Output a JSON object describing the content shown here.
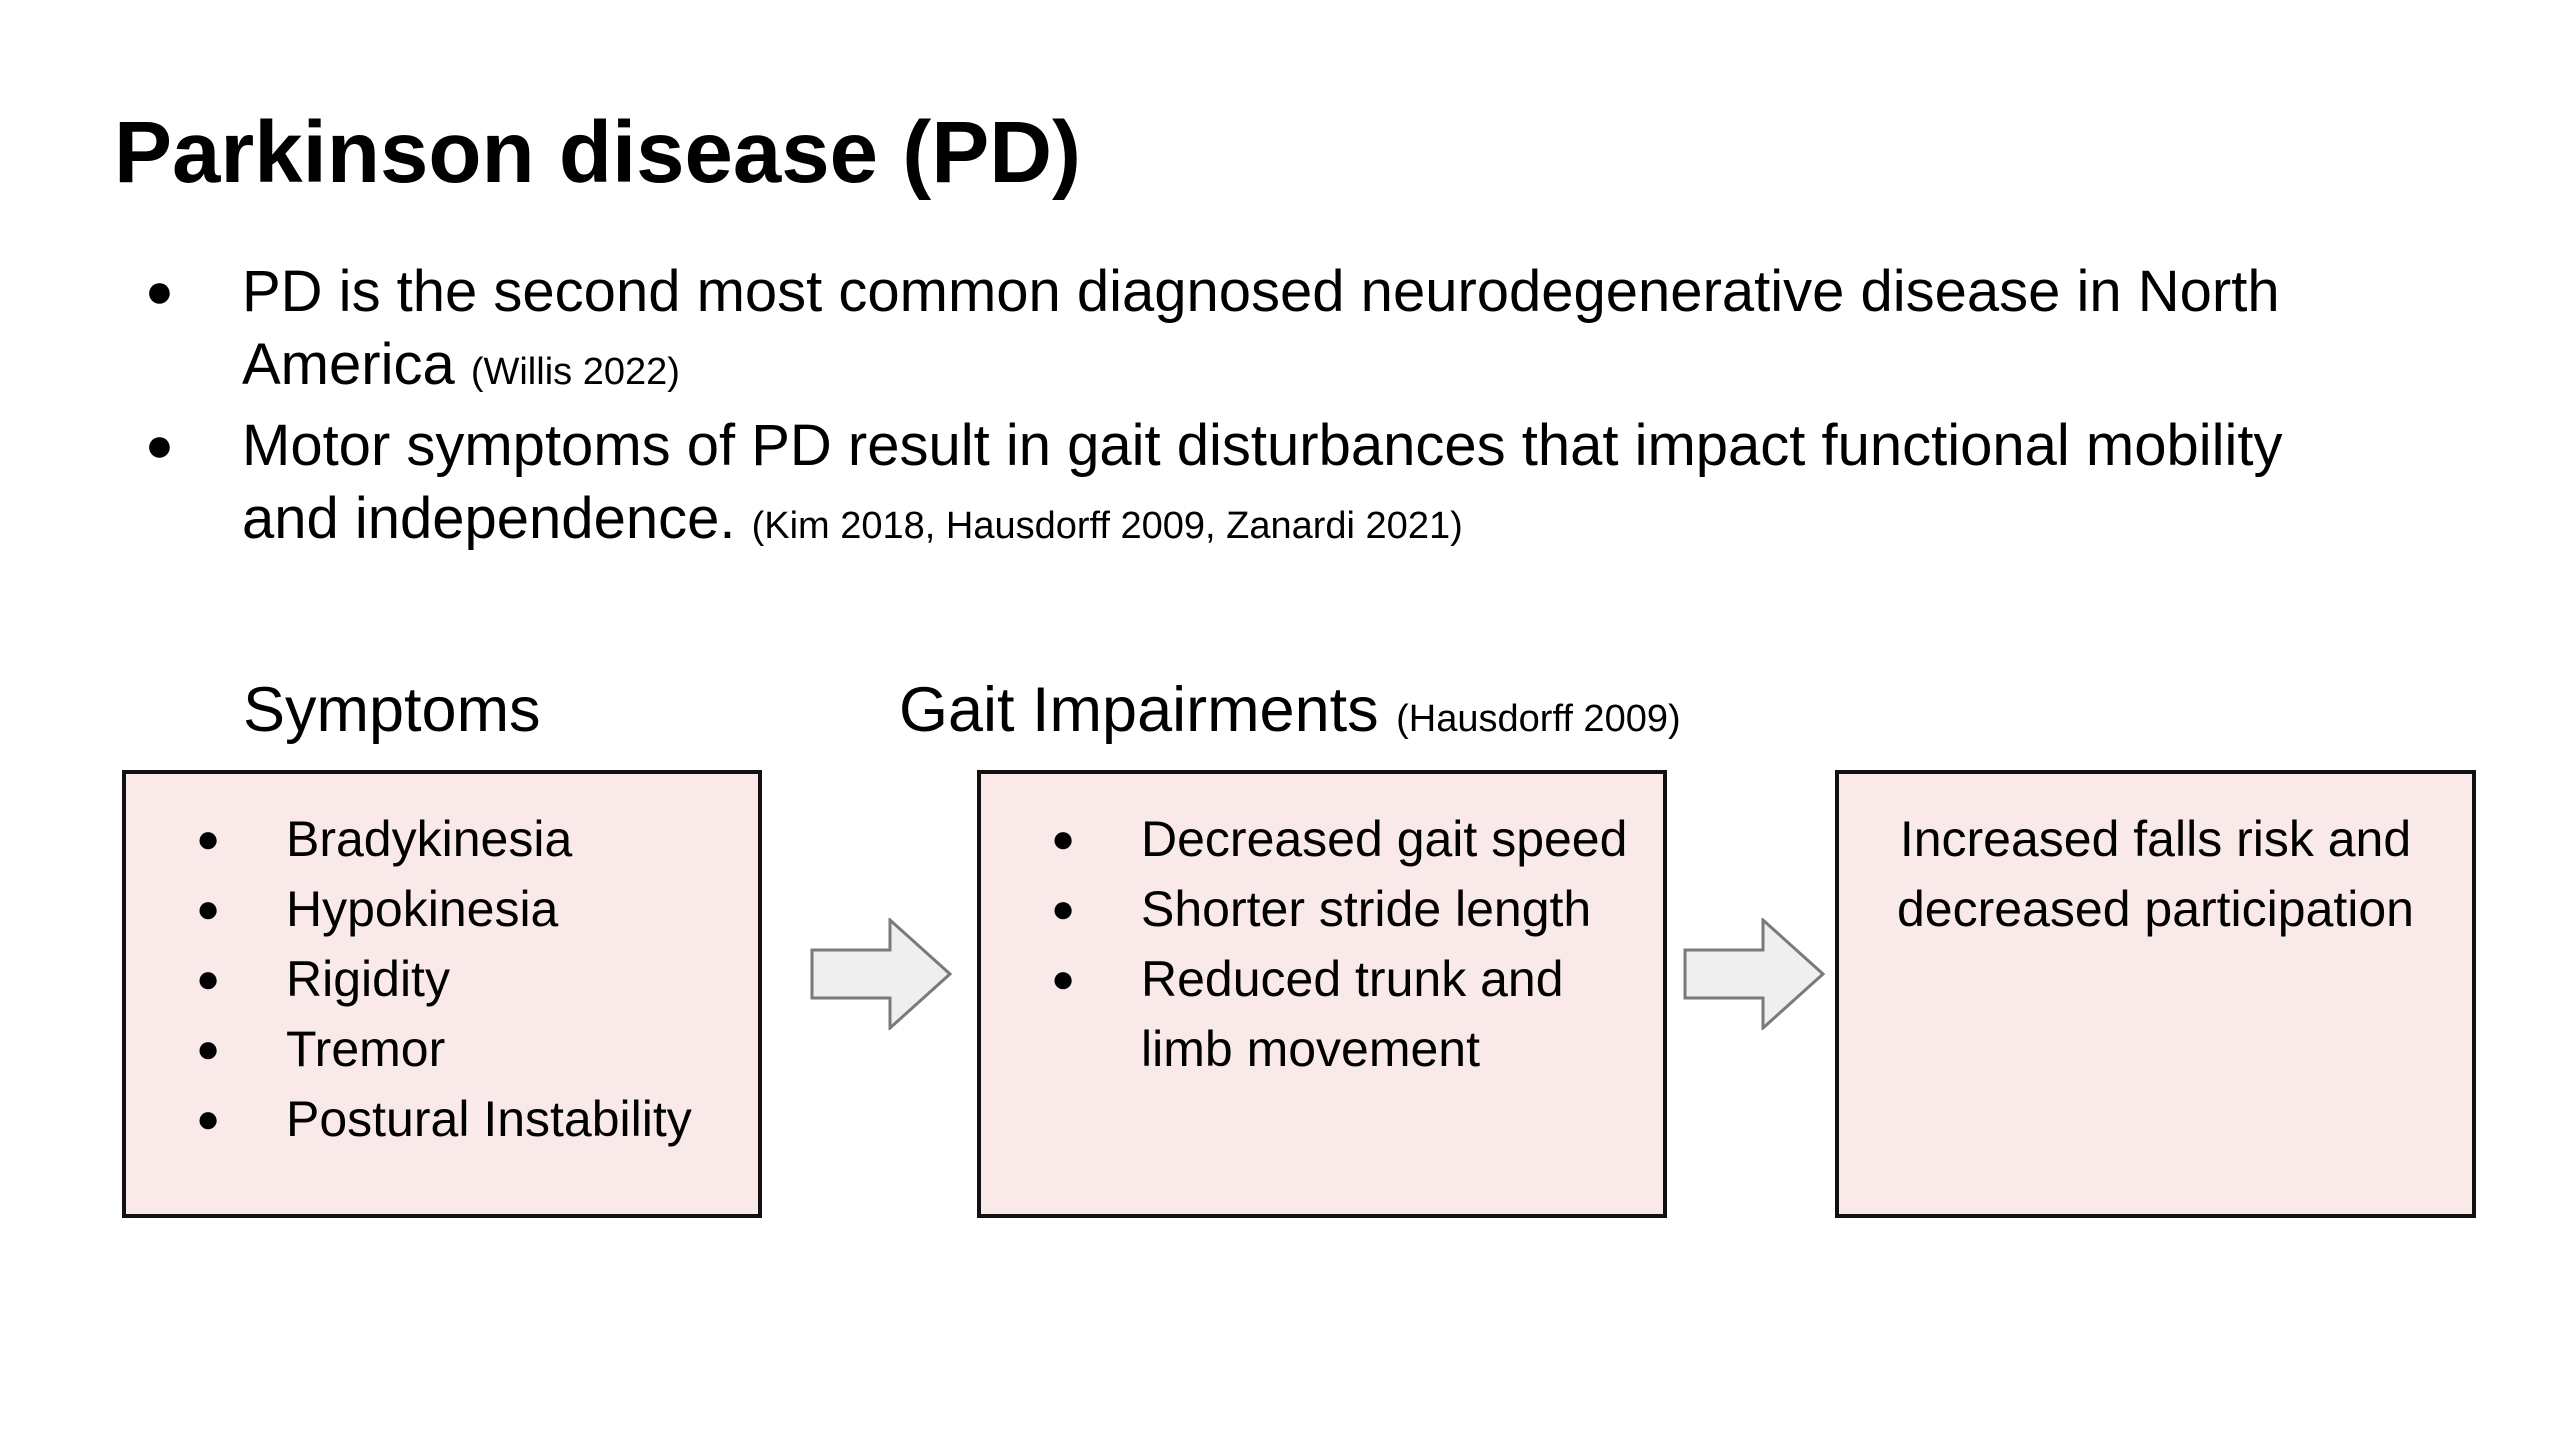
{
  "slide": {
    "title": "Parkinson disease (PD)",
    "bullets": [
      {
        "text": "PD is the second most common diagnosed neurodegenerative disease in North America",
        "citation": "(Willis 2022)"
      },
      {
        "text": "Motor symptoms of PD result in gait disturbances that impact functional mobility and independence.",
        "citation": "(Kim 2018, Hausdorff 2009, Zanardi 2021)"
      }
    ],
    "bullet_glyph": "●"
  },
  "flow": {
    "symptoms": {
      "heading": "Symptoms",
      "items": [
        "Bradykinesia",
        "Hypokinesia",
        "Rigidity",
        "Tremor",
        "Postural Instability"
      ]
    },
    "gait": {
      "heading": "Gait Impairments",
      "citation": "(Hausdorff 2009)",
      "items": [
        "Decreased gait speed",
        "Shorter stride length",
        "Reduced trunk and limb movement"
      ]
    },
    "outcome": {
      "text": "Increased falls risk and decreased participation"
    }
  },
  "colors": {
    "box_fill": "#f9e9e9",
    "box_border": "#111111",
    "arrow_fill": "#efefef",
    "arrow_stroke": "#7a7a7a"
  }
}
